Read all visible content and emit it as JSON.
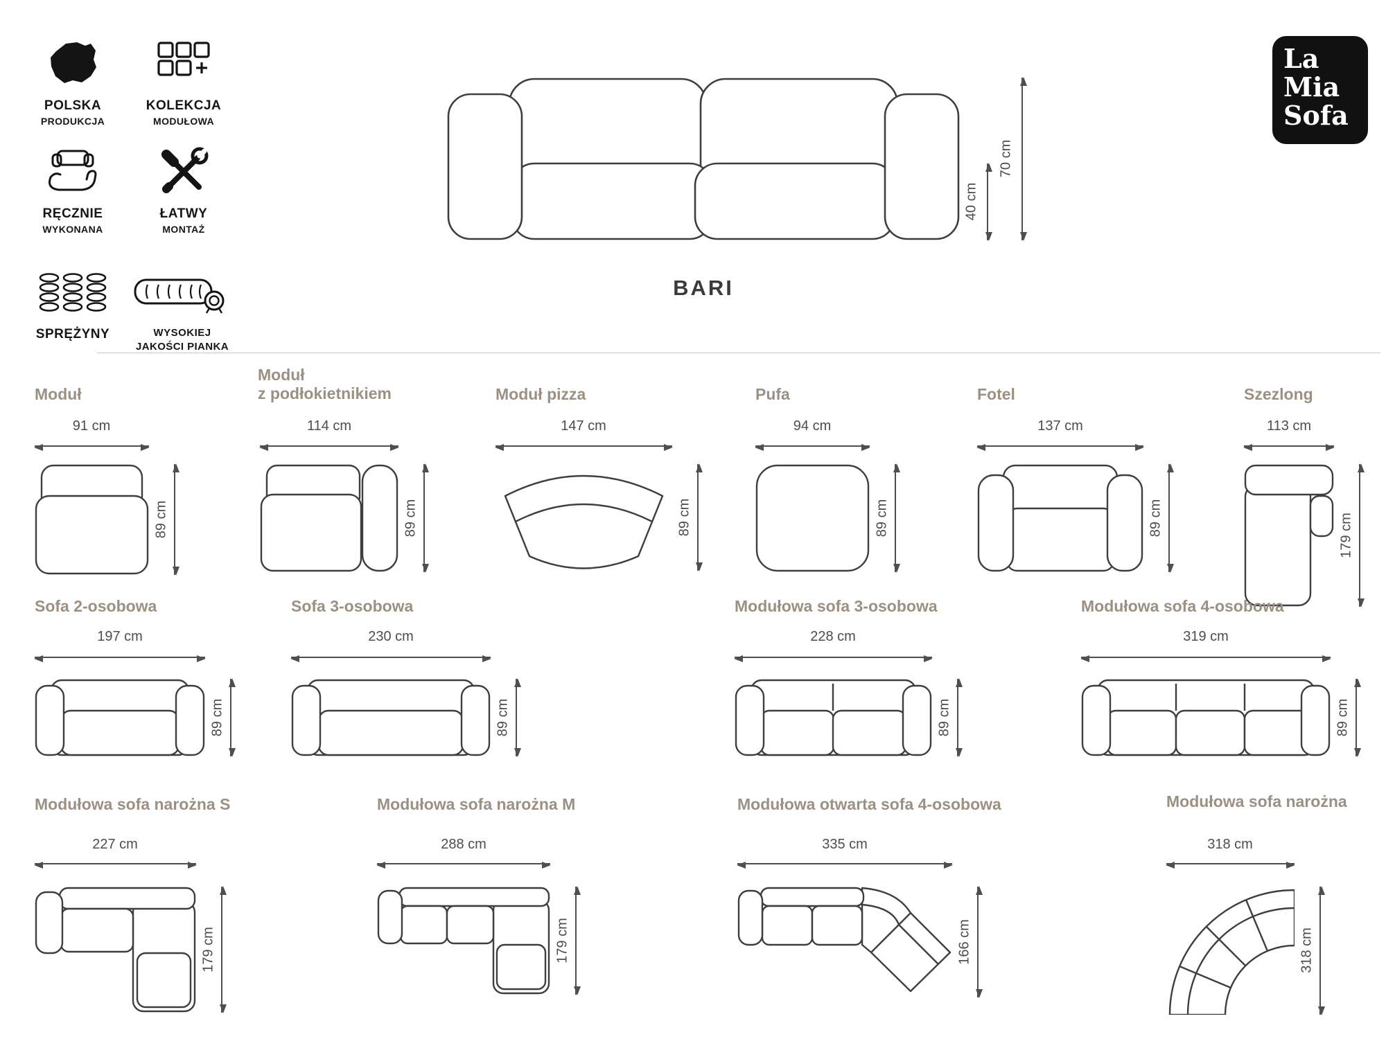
{
  "colors": {
    "accent_label": "#9c9083",
    "ink": "#3e3e3e",
    "logo_bg": "#111111"
  },
  "brand": {
    "line1": "La",
    "line2": "Mia",
    "line3": "Sofa"
  },
  "product_title": "BARI",
  "hero_dims": {
    "total_height": "70 cm",
    "seat_height": "40 cm"
  },
  "features": [
    {
      "line1": "POLSKA",
      "line2": "PRODUKCJA"
    },
    {
      "line1": "KOLEKCJA",
      "line2": "MODUŁOWA"
    },
    {
      "line1": "RĘCZNIE",
      "line2": "WYKONANA"
    },
    {
      "line1": "ŁATWY",
      "line2": "MONTAŻ"
    },
    {
      "line1": "SPRĘŻYNY",
      "line2": ""
    },
    {
      "line1": "WYSOKIEJ",
      "line2": "JAKOŚCI PIANKA"
    }
  ],
  "modules": [
    {
      "name": "Moduł",
      "width": "91 cm",
      "height": "89 cm"
    },
    {
      "name": "Moduł\nz podłokietnikiem",
      "width": "114 cm",
      "height": "89 cm"
    },
    {
      "name": "Moduł pizza",
      "width": "147 cm",
      "height": "89 cm"
    },
    {
      "name": "Pufa",
      "width": "94 cm",
      "height": "89 cm"
    },
    {
      "name": "Fotel",
      "width": "137 cm",
      "height": "89 cm"
    },
    {
      "name": "Szezlong",
      "width": "113 cm",
      "height": "179 cm"
    },
    {
      "name": "Sofa 2-osobowa",
      "width": "197 cm",
      "height": "89 cm"
    },
    {
      "name": "Sofa 3-osobowa",
      "width": "230 cm",
      "height": "89 cm"
    },
    {
      "name": "Modułowa sofa 3-osobowa",
      "width": "228 cm",
      "height": "89 cm"
    },
    {
      "name": "Modułowa sofa 4-osobowa",
      "width": "319 cm",
      "height": "89 cm"
    },
    {
      "name": "Modułowa sofa narożna S",
      "width": "227 cm",
      "height": "179 cm"
    },
    {
      "name": "Modułowa sofa narożna M",
      "width": "288 cm",
      "height": "179 cm"
    },
    {
      "name": "Modułowa otwarta sofa 4-osobowa",
      "width": "335 cm",
      "height": "166 cm"
    },
    {
      "name": "Modułowa sofa narożna",
      "width": "318 cm",
      "height": "318 cm"
    }
  ]
}
